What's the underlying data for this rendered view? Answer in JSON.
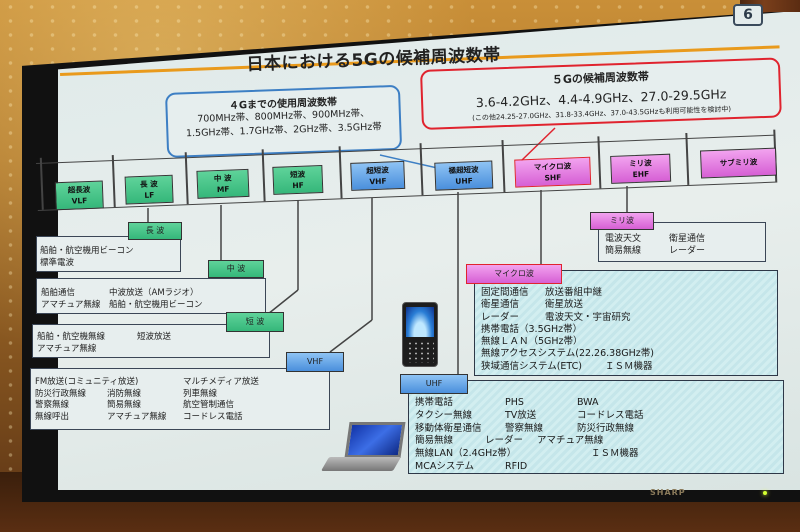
{
  "slide": {
    "page_number": "6",
    "title": "日本における5Gの候補周波数帯",
    "colors": {
      "title_rule": "#e99a1c",
      "box_4g_border": "#3d7fc4",
      "box_5g_border": "#e0232e",
      "green_band": "#35b77a",
      "blue_band": "#4a8fdc",
      "pink_band": "#d65fd4"
    }
  },
  "box_4g": {
    "heading": "４Gまでの使用周波数帯",
    "line1": "700MHz帯、800MHz帯、900MHz帯、",
    "line2": "1.5GHz帯、1.7GHz帯、2GHz帯、3.5GHz帯"
  },
  "box_5g": {
    "heading": "５Gの候補周波数帯",
    "main": "3.6-4.2GHz、4.4-4.9GHz、27.0-29.5GHz",
    "note": "(この他24.25-27.0GHz、31.8-33.4GHz、37.0-43.5GHzも利用可能性を検討中)"
  },
  "bands": [
    {
      "jp": "超長波",
      "en": "VLF"
    },
    {
      "jp": "長 波",
      "en": "LF"
    },
    {
      "jp": "中 波",
      "en": "MF"
    },
    {
      "jp": "短波",
      "en": "HF"
    },
    {
      "jp": "超短波",
      "en": "VHF"
    },
    {
      "jp": "極超短波",
      "en": "UHF"
    },
    {
      "jp": "マイクロ波",
      "en": "SHF"
    },
    {
      "jp": "ミリ波",
      "en": "EHF"
    },
    {
      "jp": "サブミリ波",
      "en": ""
    }
  ],
  "details": {
    "lf": {
      "tag": "長 波",
      "items": [
        "船舶・航空機用ビーコン",
        "標準電波"
      ]
    },
    "mf": {
      "tag": "中 波",
      "col1": [
        "船舶通信",
        "アマチュア無線"
      ],
      "col2": [
        "中波放送（AMラジオ）",
        "船舶・航空機用ビーコン"
      ]
    },
    "hf": {
      "tag": "短 波",
      "col1": [
        "船舶・航空機無線",
        "アマチュア無線"
      ],
      "col2": [
        "短波放送"
      ]
    },
    "vhf": {
      "tag": "VHF",
      "rows": [
        [
          "FM放送(コミュニティ放送)",
          "",
          "マルチメディア放送"
        ],
        [
          "防災行政無線",
          "消防無線",
          "列車無線"
        ],
        [
          "警察無線",
          "簡易無線",
          "航空管制通信"
        ],
        [
          "無線呼出",
          "アマチュア無線",
          "コードレス電話"
        ]
      ]
    },
    "uhf": {
      "tag": "UHF",
      "rows": [
        [
          "携帯電話",
          "PHS",
          "BWA"
        ],
        [
          "タクシー無線",
          "TV放送",
          "コードレス電話"
        ],
        [
          "移動体衛星通信",
          "警察無線",
          "防災行政無線"
        ],
        [
          "簡易無線",
          "レーダー",
          "アマチュア無線"
        ],
        [
          "無線LAN（2.4GHz帯）",
          "",
          "ＩＳＭ機器"
        ],
        [
          "MCAシステム",
          "RFID",
          ""
        ]
      ]
    },
    "shf": {
      "tag": "マイクロ波",
      "rows": [
        [
          "固定間通信",
          "放送番組中継"
        ],
        [
          "衛星通信",
          "衛星放送"
        ],
        [
          "レーダー",
          "電波天文・宇宙研究"
        ],
        [
          "携帯電話（3.5GHz帯）",
          ""
        ],
        [
          "無線ＬＡＮ（5GHz帯）",
          ""
        ],
        [
          "無線アクセスシステム(22.26.38GHz帯)",
          ""
        ],
        [
          "狭域通信システム(ETC)",
          "ＩＳＭ機器"
        ]
      ]
    },
    "ehf": {
      "tag": "ミリ波",
      "rows": [
        [
          "電波天文",
          "衛星通信"
        ],
        [
          "簡易無線",
          "レーダー"
        ]
      ]
    }
  },
  "monitor": {
    "brand": "SHARP"
  }
}
